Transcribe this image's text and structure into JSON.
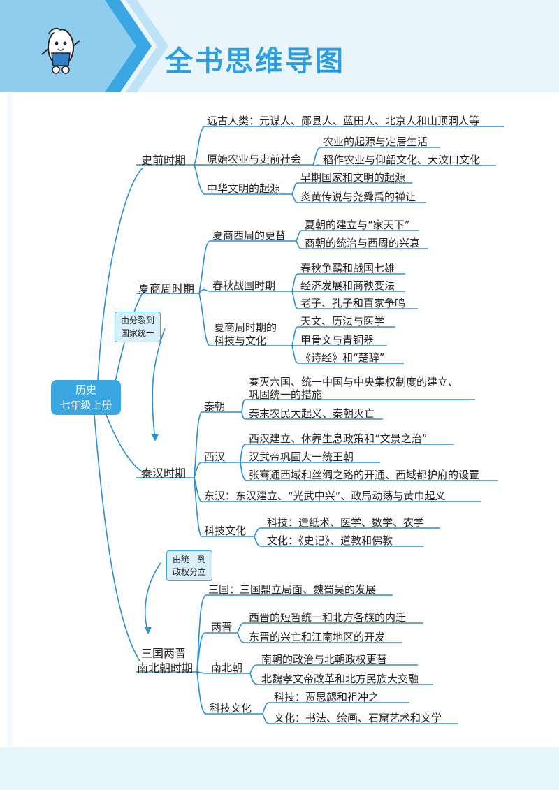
{
  "header": {
    "title": "全书思维导图"
  },
  "root": {
    "line1": "历史",
    "line2": "七年级上册"
  },
  "notes": {
    "n1": {
      "line1": "由分裂到",
      "line2": "国家统一"
    },
    "n2": {
      "line1": "由统一到",
      "line2": "政权分立"
    }
  },
  "eras": {
    "e1": "史前时期",
    "e2": "夏商周时期",
    "e3": "秦汉时期",
    "e4_line1": "三国两晋",
    "e4_line2": "南北朝时期"
  },
  "prehistory": {
    "l1": "远古人类：元谋人、郧县人、蓝田人、北京人和山顶洞人等",
    "l2": "原始农业与史前社会",
    "l2a": "农业的起源与定居生活",
    "l2b": "稻作农业与仰韶文化、大汶口文化",
    "l3": "中华文明的起源",
    "l3a": "早期国家和文明的起源",
    "l3b": "炎黄传说与尧舜禹的禅让"
  },
  "xsz": {
    "b1": "夏商西周的更替",
    "b1a": "夏朝的建立与“家天下”",
    "b1b": "商朝的统治与西周的兴衰",
    "b2": "春秋战国时期",
    "b2a": "春秋争霸和战国七雄",
    "b2b": "经济发展和商鞅变法",
    "b2c": "老子、孔子和百家争鸣",
    "b3_line1": "夏商周时期的",
    "b3_line2": "科技与文化",
    "b3a": "天文、历法与医学",
    "b3b": "甲骨文与青铜器",
    "b3c": "《诗经》和“楚辞”"
  },
  "qinhan": {
    "qin": "秦朝",
    "qin_a1": "秦灭六国、统一中国与中央集权制度的建立、",
    "qin_a2": "巩固统一的措施",
    "qin_b": "秦末农民大起义、秦朝灭亡",
    "xihan": "西汉",
    "xh_a": "西汉建立、休养生息政策和“文景之治”",
    "xh_b": "汉武帝巩固大一统王朝",
    "xh_c": "张骞通西域和丝绸之路的开通、西域都护府的设置",
    "donghan": "东汉：东汉建立、“光武中兴”、政局动荡与黄巾起义",
    "kj": "科技文化",
    "kj_a": "科技：造纸术、医学、数学、农学",
    "kj_b": "文化：《史记》、道教和佛教"
  },
  "sanguo": {
    "sg": "三国：三国鼎立局面、魏蜀吴的发展",
    "lj": "两晋",
    "lj_a": "西晋的短暂统一和北方各族的内迁",
    "lj_b": "东晋的兴亡和江南地区的开发",
    "nbc": "南北朝",
    "nbc_a": "南朝的政治与北朝政权更替",
    "nbc_b": "北魏孝文帝改革和北方民族大交融",
    "kj": "科技文化",
    "kj_a": "科技：贾思勰和祖冲之",
    "kj_b": "文化：书法、绘画、石窟艺术和文学"
  },
  "colors": {
    "accent": "#3aa6e2",
    "line": "#2c8fd0",
    "band": "#e8f5fb"
  }
}
